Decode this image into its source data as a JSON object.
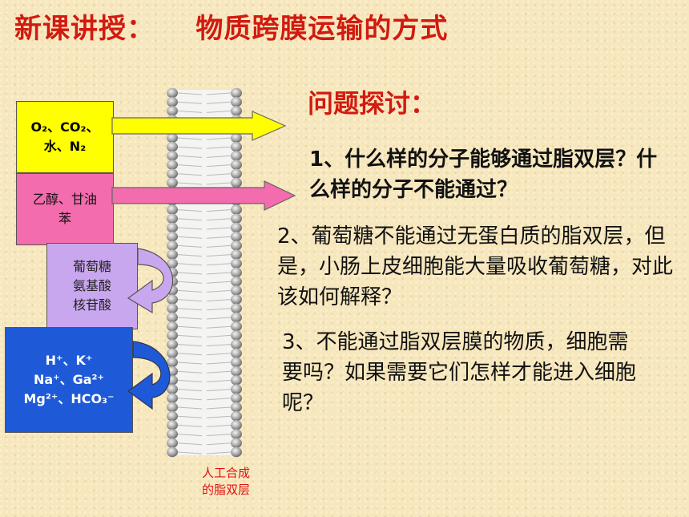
{
  "title": "新课讲授：    物质跨膜运输的方式",
  "heading": "问题探讨：",
  "questions": [
    "1、什么样的分子能够通过脂双层？什么样的分子不能通过？",
    "2、葡萄糖不能通过无蛋白质的脂双层，但是，小肠上皮细胞能大量吸收葡萄糖，对此该如何解释？",
    "3、不能通过脂双层膜的物质，细胞需要吗？如果需要它们怎样才能进入细胞呢？"
  ],
  "boxes": {
    "gases": {
      "line1": "O₂、CO₂、",
      "line2": "水、N₂"
    },
    "alcohols": {
      "line1": "乙醇、甘油",
      "line2": "苯"
    },
    "nutrients": {
      "line1": "葡萄糖",
      "line2": "氨基酸",
      "line3": "核苷酸"
    },
    "ions": {
      "line1": "H⁺、K⁺",
      "line2": "Na⁺、Ga²⁺",
      "line3": "Mg²⁺、HCO₃⁻"
    }
  },
  "membrane_label": {
    "line1": "人工合成",
    "line2": "的脂双层"
  },
  "colors": {
    "title_red": "#d21a10",
    "yellow": "#ffff00",
    "pink": "#f26cae",
    "purple": "#c9a7ee",
    "blue": "#1e5ad8"
  }
}
